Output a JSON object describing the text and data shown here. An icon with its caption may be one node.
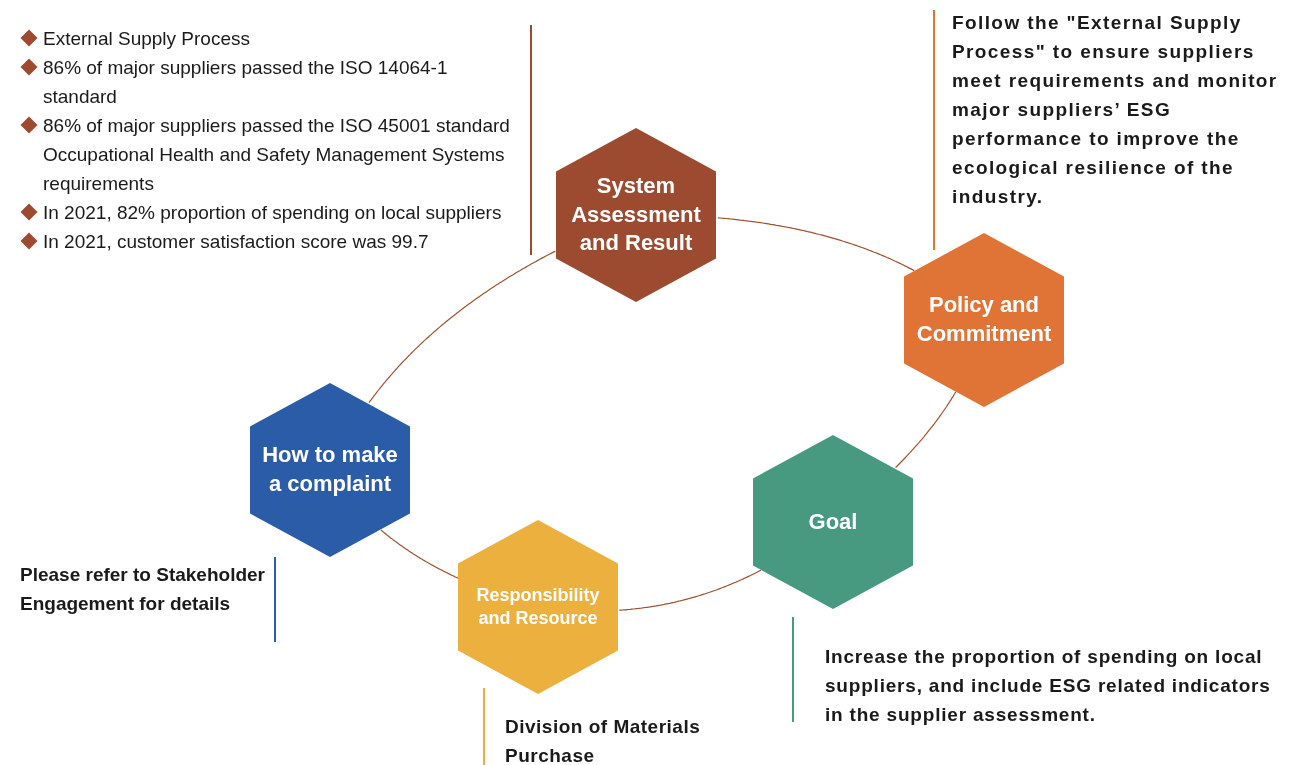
{
  "diagram": {
    "nodes": [
      {
        "text": [
          "System Assessment and Result"
        ],
        "beside": [
          "External Supply Process",
          "86% of major suppliers passed the ISO 14064-1 standard",
          "86% of major suppliers passed the ISO 45001 standard Occupational Health and Safety Management Systems requirements",
          "In 2021, 82% proportion of spending on local suppliers",
          "In 2021, customer satisfaction score was 99.7"
        ]
      },
      {
        "text": [
          "Policy and Commitment"
        ],
        "beside": [
          "Follow the \"External Supply Process\" to ensure suppliers meet requirements and monitor major suppliers’ ESG performance to improve the ecological resilience of the industry."
        ]
      },
      {
        "text": [
          "How to make a complaint"
        ],
        "beside": [
          "Please refer to Stakeholder Engagement for details"
        ]
      },
      {
        "text": [
          "Goal"
        ],
        "beside": [
          "Increase the proportion of spending on local suppliers, and include ESG related indicators in the supplier assessment."
        ]
      },
      {
        "text": [
          "Responsibility and Resource"
        ],
        "beside": [
          "Division of Materials Purchase"
        ]
      }
    ],
    "edges": [
      {
        "from": 0,
        "to": 1,
        "arrow": "none"
      },
      {
        "from": 1,
        "to": 3,
        "arrow": "none"
      },
      {
        "from": 3,
        "to": 4,
        "arrow": "none"
      },
      {
        "from": 4,
        "to": 2,
        "arrow": "none"
      },
      {
        "from": 2,
        "to": 0,
        "arrow": "none"
      }
    ]
  }
}
